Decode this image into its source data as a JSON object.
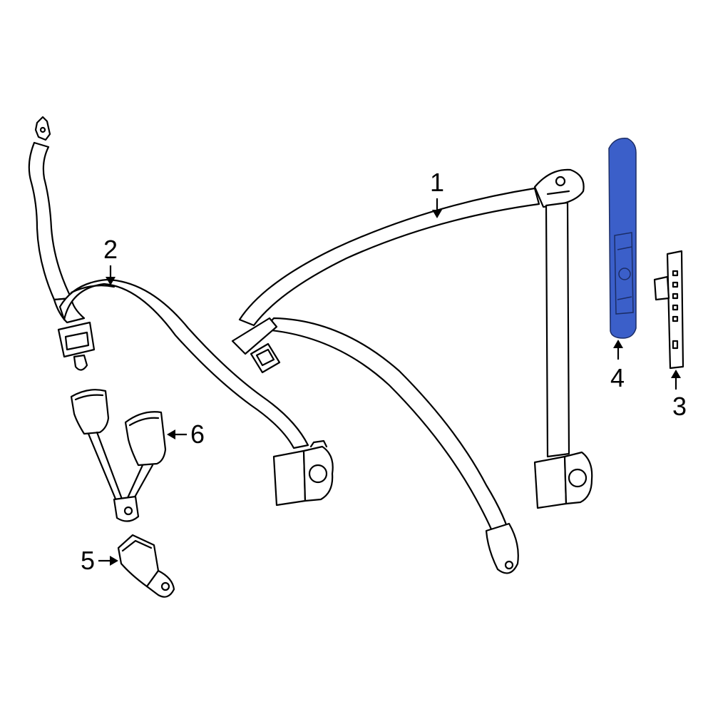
{
  "diagram": {
    "highlight_color": "#3b5fc9",
    "parts": [
      {
        "id": "belt-front-right",
        "callout": "1"
      },
      {
        "id": "belt-front-left",
        "callout": "2"
      },
      {
        "id": "height-adjuster",
        "callout": "3"
      },
      {
        "id": "adjuster-cover",
        "callout": "4",
        "highlighted": true
      },
      {
        "id": "buckle-single",
        "callout": "5"
      },
      {
        "id": "buckle-dual",
        "callout": "6"
      }
    ]
  }
}
